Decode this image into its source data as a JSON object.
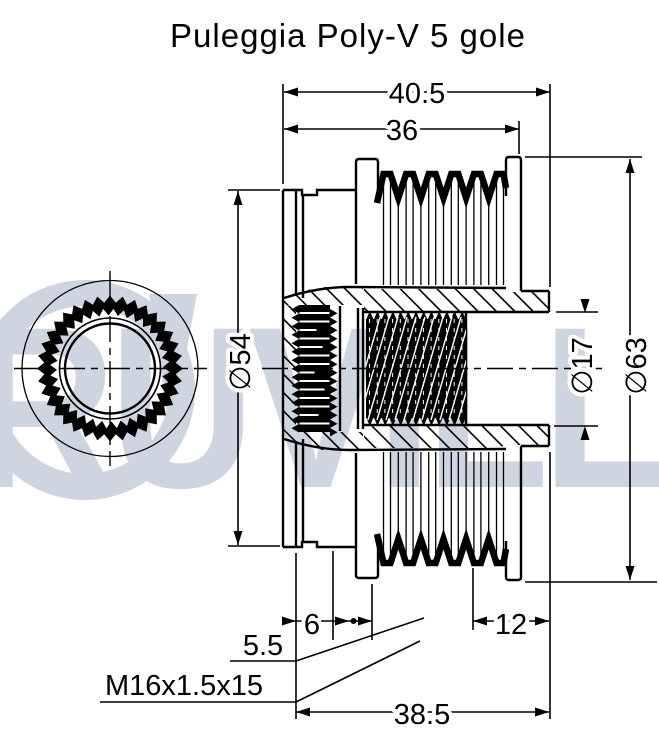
{
  "title": "Puleggia Poly-V 5 gole",
  "watermark": {
    "text": "RUVILLE",
    "color": "#cfd5e0"
  },
  "drawing": {
    "line_color": "#000000",
    "view_front": "gear-ring-front-view",
    "view_section": "pulley-cross-section",
    "dimensions": {
      "overall_width": "40.5",
      "pulley_width": "36",
      "hub_diameter": "∅54",
      "bore_diameter": "∅17",
      "outer_diameter": "∅63",
      "hub_face_offset": "5.5",
      "spline_length": "6",
      "bore_depth": "12",
      "thread_spec": "M16x1.5x15",
      "hub_length": "38.5"
    }
  }
}
